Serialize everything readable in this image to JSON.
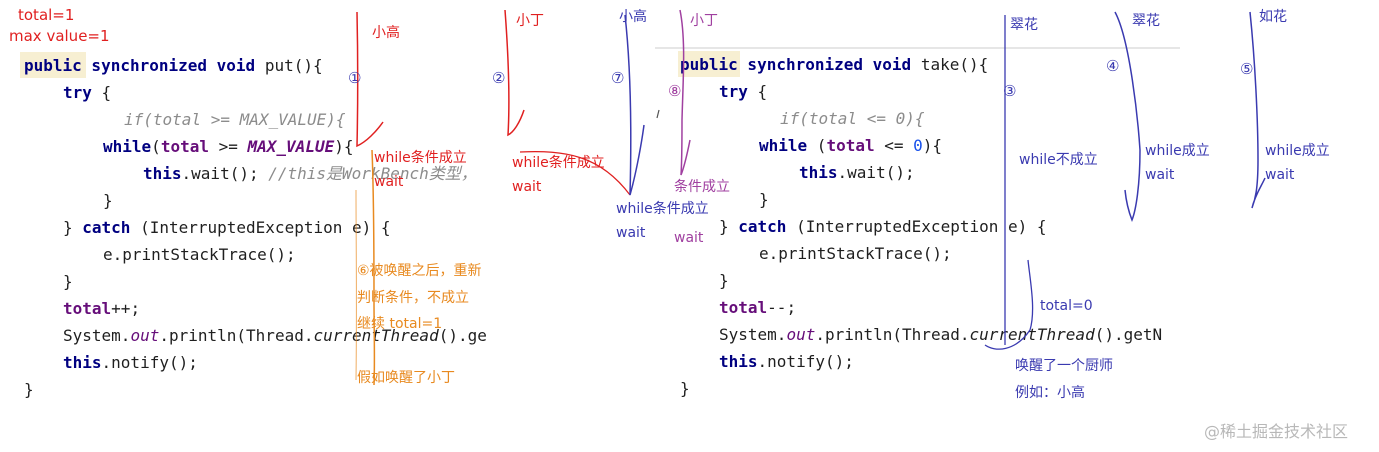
{
  "top_notes": {
    "total": "total=1",
    "max_value": "max value=1"
  },
  "put_code": {
    "line1": {
      "kw": "public synchronized void",
      "rest": " put(){"
    },
    "line2": {
      "kw": "try",
      "rest": " {"
    },
    "line3": "if(total >= MAX_VALUE){",
    "line4": {
      "kw": "while",
      "open": "(",
      "fld": "total",
      "op": " >= ",
      "const": "MAX_VALUE",
      "close": "){"
    },
    "line5": {
      "kw": "this",
      "rest": ".wait(); ",
      "cmt": "//this是WorkBench类型，"
    },
    "line6": "}",
    "line7": {
      "pre": "} ",
      "kw": "catch",
      "rest": " (InterruptedException e) {"
    },
    "line8": "e.printStackTrace();",
    "line9": "}",
    "line10": {
      "fld": "total",
      "rest": "++;"
    },
    "line11": {
      "pre": "System.",
      "stat": "out",
      "mid": ".println(Thread.",
      "mit": "currentThread",
      "rest": "().ge"
    },
    "line12": {
      "kw": "this",
      "rest": ".notify();"
    },
    "line13": "}"
  },
  "take_code": {
    "line1": {
      "kw": "public synchronized void",
      "rest": " take(){"
    },
    "line2": {
      "kw": "try",
      "rest": " {"
    },
    "line3": "if(total <= 0){",
    "line4": {
      "kw": "while",
      "open": " (",
      "fld": "total",
      "op": " <= ",
      "num": "0",
      "close": "){"
    },
    "line5": {
      "kw": "this",
      "rest": ".wait();"
    },
    "line6": "}",
    "line7": {
      "pre": "} ",
      "kw": "catch",
      "rest": " (InterruptedException e) {"
    },
    "line8": "e.printStackTrace();",
    "line9": "}",
    "line10": {
      "fld": "total",
      "rest": "--;"
    },
    "line11": {
      "pre": "System.",
      "stat": "out",
      "mid": ".println(Thread.",
      "mit": "currentThread",
      "rest": "().getN"
    },
    "line12": {
      "kw": "this",
      "rest": ".notify();"
    },
    "line13": "}"
  },
  "annotations": {
    "xiaogao_1": {
      "name": "小高",
      "num": "①",
      "cond": "while条件成立",
      "wait": "wait"
    },
    "xiaoding_2": {
      "name": "小丁",
      "num": "②",
      "cond": "while条件成立",
      "wait": "wait"
    },
    "xiaogao_7": {
      "name": "小高",
      "num": "⑦",
      "cond": "while条件成立",
      "wait": "wait"
    },
    "xiaoding_8": {
      "name": "小丁",
      "num": "⑧",
      "cond": "条件成立",
      "wait": "wait"
    },
    "cuihua_3": {
      "name": "翠花",
      "num": "③",
      "cond": "while不成立",
      "total": "total=0",
      "woke": "唤醒了一个厨师",
      "example": "例如：小高"
    },
    "cuihua_4": {
      "name": "翠花",
      "num": "④",
      "cond": "while成立",
      "wait": "wait"
    },
    "ruhua_5": {
      "name": "如花",
      "num": "⑤",
      "cond": "while成立",
      "wait": "wait"
    },
    "step6": {
      "line1": "⑥被唤醒之后，重新",
      "line2": "判断条件，不成立",
      "line3": "继续 total=1",
      "line4": "假如唤醒了小丁"
    }
  },
  "watermark": "@稀土掘金技术社区",
  "colors": {
    "red": "#e02020",
    "blue": "#3a3ab0",
    "purple": "#a040a0",
    "orange": "#e88a20",
    "keyword": "#000080",
    "field": "#660e7a"
  }
}
